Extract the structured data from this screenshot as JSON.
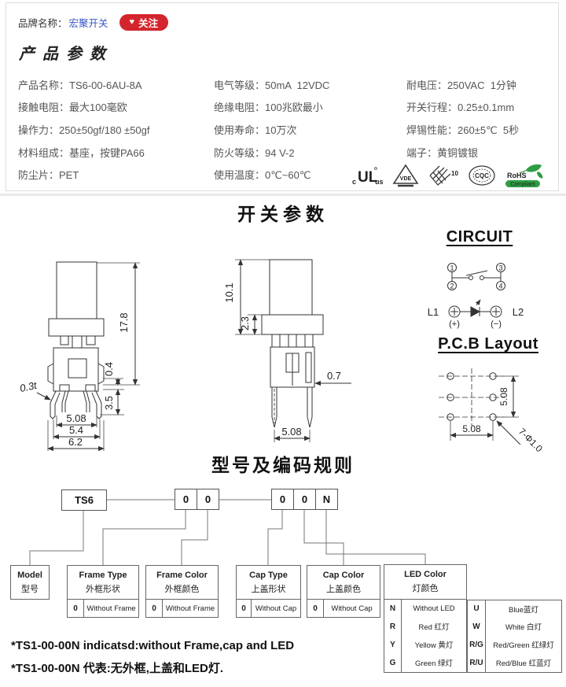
{
  "brand": {
    "label": "品牌名称：",
    "name": "宏聚开关",
    "heart": "♥",
    "follow_label": "关注"
  },
  "sections": {
    "product_params": "产品参数",
    "switch_params": "开关参数",
    "coding_rules": "型号及编码规则"
  },
  "params": {
    "rows": [
      [
        {
          "label": "产品名称：",
          "value": "TS6-00-6AU-8A"
        },
        {
          "label": "电气等级：",
          "value": "50mA  12VDC"
        },
        {
          "label": "耐电压：",
          "value": "250VAC  1分钟"
        }
      ],
      [
        {
          "label": "接触电阻：",
          "value": "最大100毫欧"
        },
        {
          "label": "绝缘电阻：",
          "value": "100兆欧最小"
        },
        {
          "label": "开关行程：",
          "value": "0.25±0.1mm"
        }
      ],
      [
        {
          "label": "操作力：",
          "value": "250±50gf/180 ±50gf"
        },
        {
          "label": "使用寿命：",
          "value": "10万次"
        },
        {
          "label": "焊锡性能：",
          "value": "260±5℃  5秒"
        }
      ],
      [
        {
          "label": "材料组成：",
          "value": "基座，按键PA66"
        },
        {
          "label": "防火等级：",
          "value": "94 V-2"
        },
        {
          "label": "端子：",
          "value": "黄铜镀银"
        }
      ],
      [
        {
          "label": "防尘片：",
          "value": "PET"
        },
        {
          "label": "使用温度：",
          "value": "0℃~60℃"
        },
        {
          "label": "",
          "value": ""
        }
      ]
    ],
    "certs": {
      "ul": "UL",
      "ul_c": "c",
      "ul_us": "us",
      "vde": "VDE",
      "enec": "10",
      "cqc": "CQC",
      "rohs": "RoHS",
      "rohs_sub": "Compliant",
      "rohs_color": "#2e9e44",
      "mark_color": "#3a3a3a"
    }
  },
  "front_view": {
    "dims": {
      "height": "17.8",
      "travel": "0.4",
      "leg": "3.5",
      "plate": "0.3t",
      "pitch": "5.08",
      "width_inner": "5.4",
      "width_outer": "6.2"
    }
  },
  "side_view": {
    "dims": {
      "height": "10.1",
      "collar": "2.3",
      "pin_width": "0.7",
      "pitch": "5.08"
    }
  },
  "circuit": {
    "title": "CIRCUIT",
    "pin1": "1",
    "pin2": "2",
    "pin3": "3",
    "pin4": "4",
    "l1": "L1",
    "l2": "L2",
    "plus": "(+)",
    "minus": "(−)"
  },
  "pcb": {
    "title": "P.C.B Layout",
    "dim_vertical": "5.08",
    "dim_horizontal": "5.08",
    "holes": "7-Φ1.0"
  },
  "coding": {
    "code1": "TS6",
    "code2": [
      "0",
      "0"
    ],
    "code3": [
      "0",
      "0",
      "N"
    ],
    "groups": [
      {
        "en": "Model",
        "zh": "型号"
      },
      {
        "en": "Frame Type",
        "zh": "外框形状",
        "rows": [
          {
            "code": "0",
            "desc": "Without Frame"
          }
        ]
      },
      {
        "en": "Frame Color",
        "zh": "外框颜色",
        "rows": [
          {
            "code": "0",
            "desc": "Without Frame"
          }
        ]
      },
      {
        "en": "Cap Type",
        "zh": "上盖形状",
        "rows": [
          {
            "code": "0",
            "desc": "Without Cap"
          }
        ]
      },
      {
        "en": "Cap Color",
        "zh": "上盖颜色",
        "rows": [
          {
            "code": "0",
            "desc": "Without Cap"
          }
        ]
      },
      {
        "en": "LED Color",
        "zh": "灯颜色",
        "left_rows": [
          {
            "code": "N",
            "desc": "Without LED"
          },
          {
            "code": "R",
            "desc": "Red 红灯"
          },
          {
            "code": "Y",
            "desc": "Yellow 黄灯"
          },
          {
            "code": "G",
            "desc": "Green 绿灯"
          }
        ],
        "right_rows": [
          {
            "code": "U",
            "desc": "Blue蓝灯"
          },
          {
            "code": "W",
            "desc": "White 白灯"
          },
          {
            "code": "R/G",
            "desc": "Red/Green 红绿灯"
          },
          {
            "code": "R/U",
            "desc": "Red/Blue 红蓝灯"
          }
        ]
      }
    ],
    "notes": [
      "*TS1-00-00N indicatsd:without Frame,cap and LED",
      "*TS1-00-00N 代表:无外框,上盖和LED灯."
    ]
  }
}
